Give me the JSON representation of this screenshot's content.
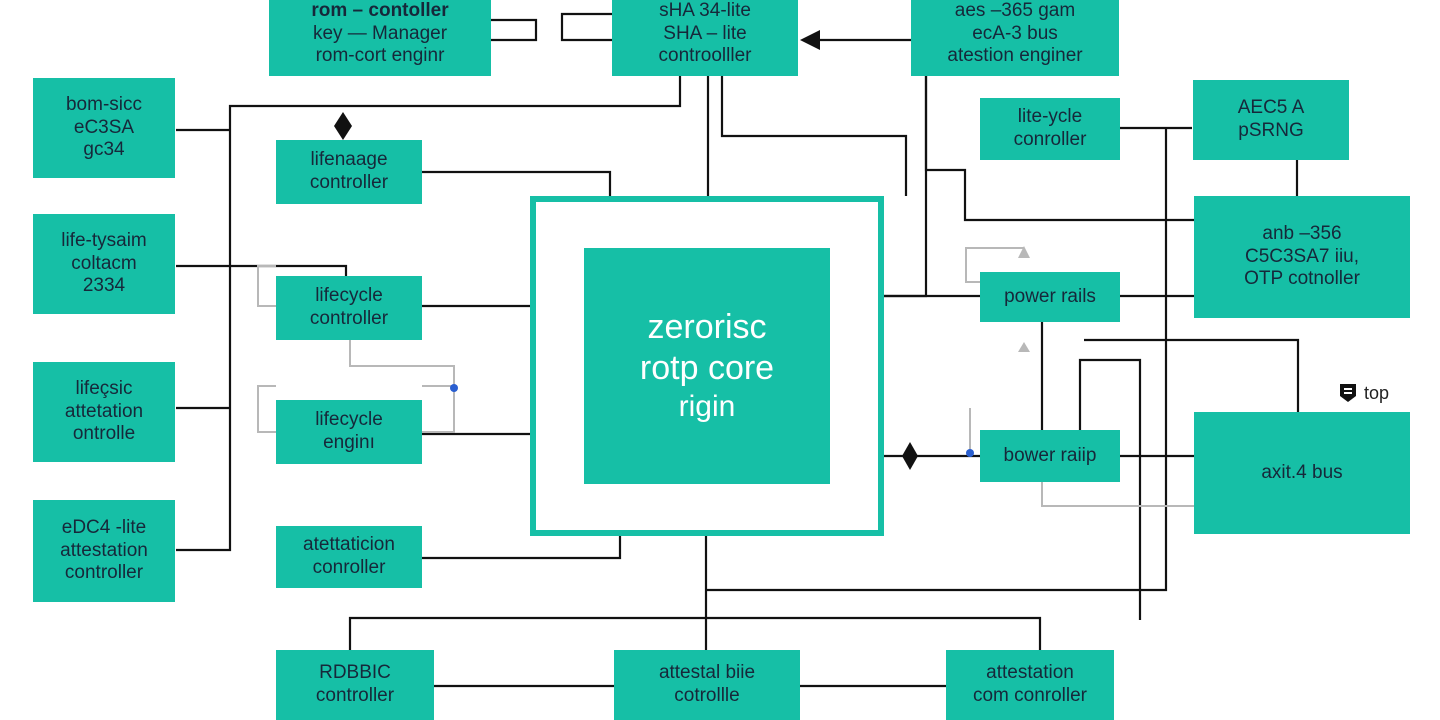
{
  "blocks": {
    "rom_controller": [
      "rom – contoller",
      "key  —  Manager",
      "rom-cort enginr"
    ],
    "sha_controller": [
      "sHA 34-lite",
      "SHA – lite",
      "controolller"
    ],
    "aes_engine": [
      "aes  –365 gam",
      "ecA-3 bus",
      "atestion enginer"
    ],
    "bom_sicc": [
      "bom-sicc",
      "eC3SA",
      "gc34"
    ],
    "lifenaage_controller": [
      "lifenaage",
      "controller"
    ],
    "lite_cycle_controller": [
      "lite-ycle",
      "conroller"
    ],
    "aec5_psrng": [
      "AEC5 A",
      "pSRNG"
    ],
    "life_tysaim": [
      "life-tysaim",
      "coltacm",
      "2334"
    ],
    "lifecycle_controller": [
      "lifecycle",
      "controller"
    ],
    "power_rails": [
      "power rails"
    ],
    "anb_otp": [
      "anb  –356",
      "C5C3SA7 iiu,",
      "OTP cotnoller"
    ],
    "life_attestation": [
      "lifeçsic",
      "attetation",
      "ontrolle"
    ],
    "lifecycle_engin": [
      "lifecycle",
      "enginı"
    ],
    "bower_raiip": [
      "bower raiip"
    ],
    "axit_bus": [
      "axit.4 bus"
    ],
    "edc4_attestation": [
      "eDC4 -lite",
      "attestation",
      "controller"
    ],
    "atettaticion_controller": [
      "atettaticion",
      "conroller"
    ],
    "rdbbic_controller": [
      "RDBBIC",
      "controller"
    ],
    "attestal_bie": [
      "attestal biie",
      "cotrollle"
    ],
    "attestation_com": [
      "attestation",
      "com conroller"
    ]
  },
  "core": [
    "zerorisc",
    "rotp core",
    "rigin"
  ],
  "top_label": "top",
  "colors": {
    "block": "#16bfa6",
    "line": "#111111",
    "grey_line": "#b8b8b8",
    "dot": "#2a5fd0"
  }
}
